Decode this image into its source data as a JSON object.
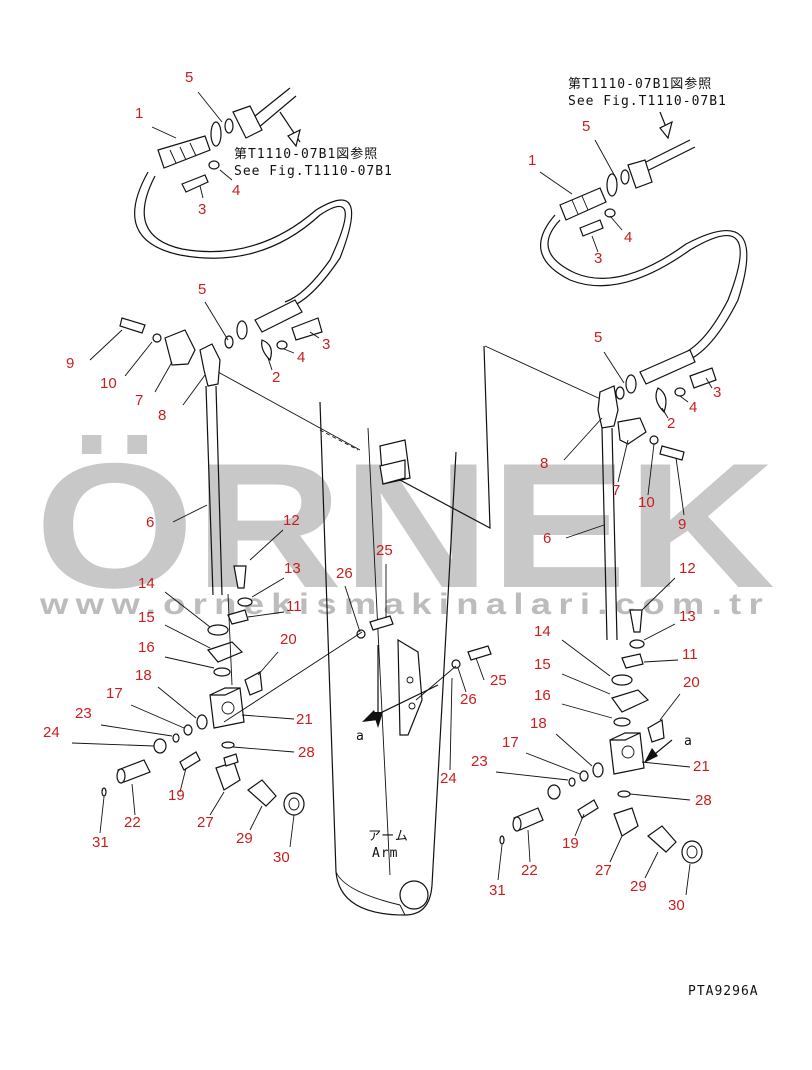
{
  "references": {
    "ref_jp": "第T1110-07B1図参照",
    "ref_en": "See Fig.T1110-07B1"
  },
  "labels": {
    "arm_jp": "アーム",
    "arm_en": "Arm",
    "detail_a": "a",
    "figure_code": "PTA9296A"
  },
  "watermark": {
    "brand": "ÖRNEK",
    "url": "www.ornekismakinalari.com.tr"
  },
  "callouts": [
    {
      "n": "1"
    },
    {
      "n": "5"
    },
    {
      "n": "3"
    },
    {
      "n": "4"
    },
    {
      "n": "5"
    },
    {
      "n": "3"
    },
    {
      "n": "4"
    },
    {
      "n": "2"
    },
    {
      "n": "9"
    },
    {
      "n": "10"
    },
    {
      "n": "7"
    },
    {
      "n": "8"
    },
    {
      "n": "6"
    },
    {
      "n": "12"
    },
    {
      "n": "13"
    },
    {
      "n": "11"
    },
    {
      "n": "14"
    },
    {
      "n": "15"
    },
    {
      "n": "16"
    },
    {
      "n": "20"
    },
    {
      "n": "18"
    },
    {
      "n": "17"
    },
    {
      "n": "23"
    },
    {
      "n": "24"
    },
    {
      "n": "21"
    },
    {
      "n": "28"
    },
    {
      "n": "19"
    },
    {
      "n": "22"
    },
    {
      "n": "31"
    },
    {
      "n": "27"
    },
    {
      "n": "29"
    },
    {
      "n": "30"
    },
    {
      "n": "26"
    },
    {
      "n": "25"
    },
    {
      "n": "25"
    },
    {
      "n": "26"
    },
    {
      "n": "24"
    },
    {
      "n": "1"
    },
    {
      "n": "5"
    },
    {
      "n": "4"
    },
    {
      "n": "3"
    },
    {
      "n": "5"
    },
    {
      "n": "3"
    },
    {
      "n": "4"
    },
    {
      "n": "2"
    },
    {
      "n": "8"
    },
    {
      "n": "7"
    },
    {
      "n": "10"
    },
    {
      "n": "9"
    },
    {
      "n": "6"
    },
    {
      "n": "12"
    },
    {
      "n": "13"
    },
    {
      "n": "11"
    },
    {
      "n": "14"
    },
    {
      "n": "15"
    },
    {
      "n": "16"
    },
    {
      "n": "20"
    },
    {
      "n": "18"
    },
    {
      "n": "17"
    },
    {
      "n": "23"
    },
    {
      "n": "21"
    },
    {
      "n": "28"
    },
    {
      "n": "19"
    },
    {
      "n": "22"
    },
    {
      "n": "31"
    },
    {
      "n": "27"
    },
    {
      "n": "29"
    },
    {
      "n": "30"
    }
  ]
}
